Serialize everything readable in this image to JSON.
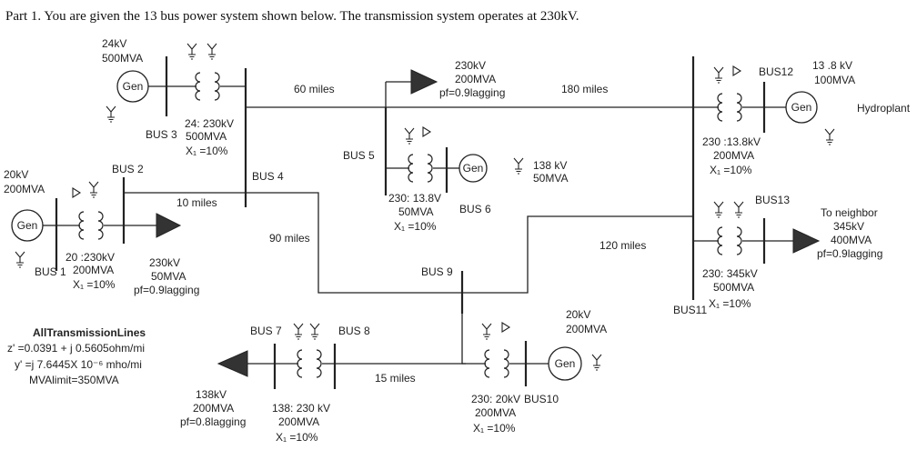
{
  "title": "Part 1.  You are given the 13 bus power system shown below. The transmission system operates at 230kV.",
  "buses": {
    "b1": "BUS 1",
    "b2": "BUS 2",
    "b3": "BUS 3",
    "b4": "BUS 4",
    "b5": "BUS 5",
    "b6": "BUS 6",
    "b7": "BUS 7",
    "b8": "BUS 8",
    "b9": "BUS 9",
    "b10": "BUS10",
    "b11": "BUS11",
    "b12": "BUS12",
    "b13": "BUS13"
  },
  "generators": {
    "gen_label": "Gen",
    "g1_kv": "20kV",
    "g1_mva": "200MVA",
    "g3_kv": "24kV",
    "g3_mva": "500MVA",
    "g6_kv": "138 kV",
    "g6_mva": "50MVA",
    "g10_kv": "20kV",
    "g10_mva": "200MVA",
    "g12_kv": "13 .8 kV",
    "g12_mva": "100MVA",
    "hydro": "Hydroplant"
  },
  "transformers": {
    "t1_ratio": "20 :230kV",
    "t1_mva": "200MVA",
    "t1_x": "X₁ =10%",
    "t3_ratio": "24:  230kV",
    "t3_mva": "500MVA",
    "t3_x": "X₁ =10%",
    "t56_ratio": "230: 13.8V",
    "t56_mva": "50MVA",
    "t56_x": "X₁ =10%",
    "t78_ratio": "138: 230 kV",
    "t78_mva": "200MVA",
    "t78_x": "X₁ =10%",
    "t10_ratio": "230: 20kV",
    "t10_mva": "200MVA",
    "t10_x": "X₁ =10%",
    "t12_ratio": "230 :13.8kV",
    "t12_mva": "200MVA",
    "t12_x": "X₁ =10%",
    "t13_ratio": "230: 345kV",
    "t13_mva": "500MVA",
    "t13_x": "X₁ =10%"
  },
  "loads": {
    "l2_kv": "230kV",
    "l2_mva": "50MVA",
    "l2_pf": "pf=0.9lagging",
    "l5_kv": "230kV",
    "l5_mva": "200MVA",
    "l5_pf": "pf=0.9lagging",
    "l7_kv": "138kV",
    "l7_mva": "200MVA",
    "l7_pf": "pf=0.8lagging",
    "n_to": "To  neighbor",
    "n_kv": "345kV",
    "n_mva": "400MVA",
    "n_pf": "pf=0.9lagging"
  },
  "lines": {
    "l60": "60 miles",
    "l180": "180 miles",
    "l10": "10 miles",
    "l90": "90 miles",
    "l120": "120 miles",
    "l15": "15 miles"
  },
  "notes": {
    "heading": "AllTransmissionLines",
    "z": "z' =0.0391 + j 0.5605ohm/mi",
    "y": "y' =j 7.6445X 10⁻⁶ mho/mi",
    "mva": "MVAlimit=350MVA"
  }
}
